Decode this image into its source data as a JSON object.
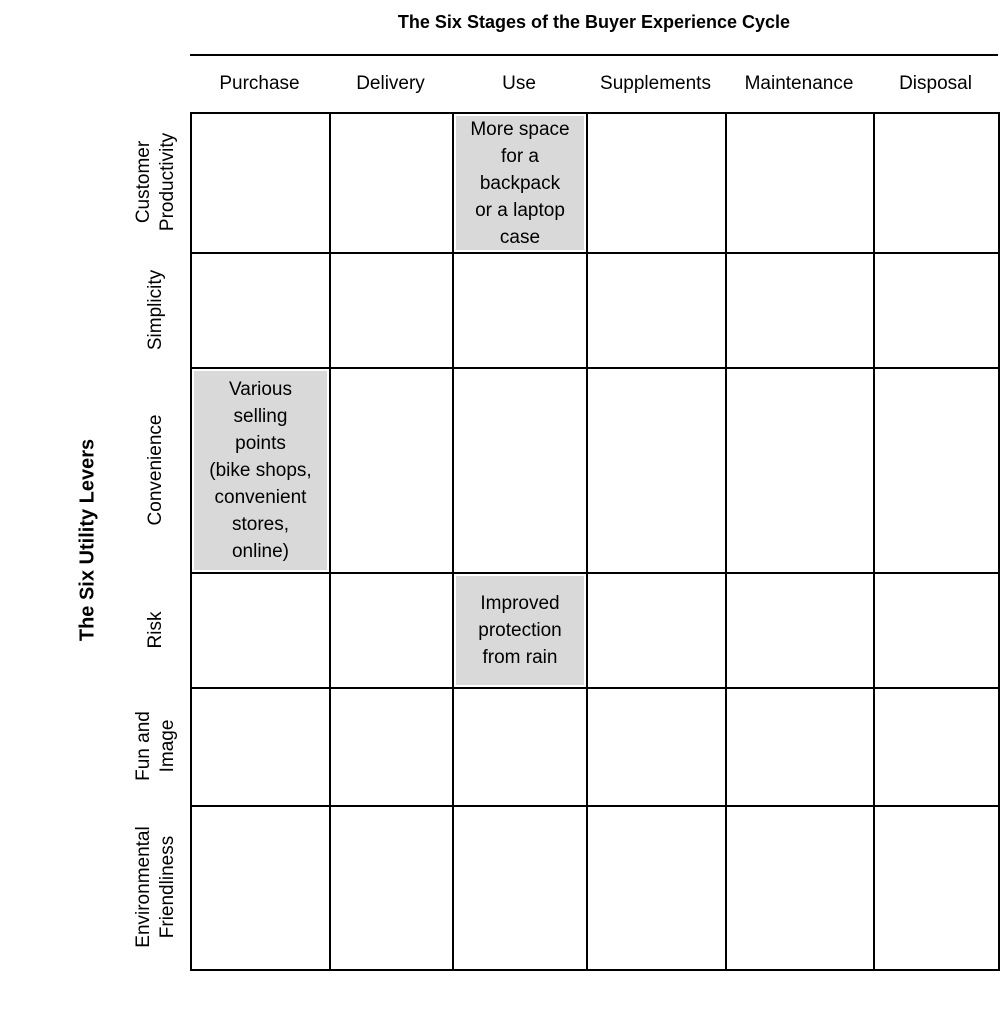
{
  "title": "The Six Stages of the Buyer Experience Cycle",
  "y_axis_title": "The Six Utility Levers",
  "columns": [
    "Purchase",
    "Delivery",
    "Use",
    "Supplements",
    "Maintenance",
    "Disposal"
  ],
  "rows": [
    "Customer\nProductivity",
    "Simplicity",
    "Convenience",
    "Risk",
    "Fun and\nImage",
    "Environmental\nFriendliness"
  ],
  "notes": [
    {
      "id": "more-space",
      "row": "Customer Productivity",
      "column": "Use",
      "row_index": 0,
      "col_index": 2,
      "text": "More space\nfor a\nbackpack\nor a laptop\ncase",
      "fill": "#d9d9d9"
    },
    {
      "id": "selling-points",
      "row": "Convenience",
      "column": "Purchase",
      "row_index": 2,
      "col_index": 0,
      "text": "Various\nselling\npoints\n(bike shops,\nconvenient\nstores,\nonline)",
      "fill": "#d9d9d9"
    },
    {
      "id": "rain-protection",
      "row": "Risk",
      "column": "Use",
      "row_index": 3,
      "col_index": 2,
      "text": "Improved\nprotection\nfrom rain",
      "fill": "#d9d9d9"
    }
  ],
  "colors": {
    "note_fill": "#d9d9d9",
    "grid_line": "#000000",
    "text": "#000000",
    "background": "#ffffff"
  }
}
